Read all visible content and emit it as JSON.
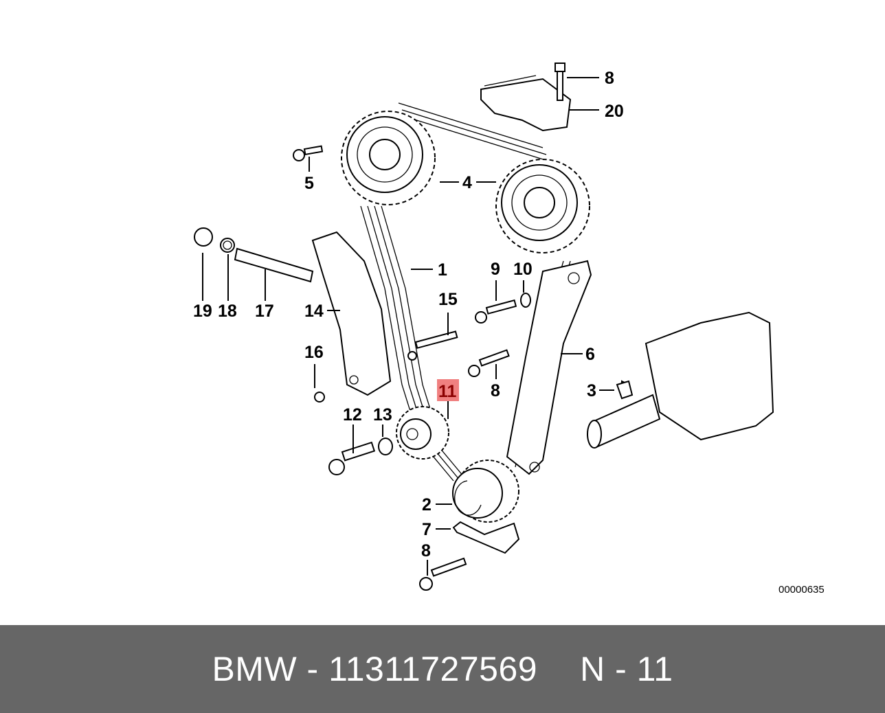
{
  "diagram": {
    "image_id": "00000635",
    "highlighted_callout": "11",
    "highlight_color": "#f08080",
    "callouts": [
      {
        "id": "c1",
        "label": "1"
      },
      {
        "id": "c2",
        "label": "2"
      },
      {
        "id": "c3",
        "label": "3"
      },
      {
        "id": "c4",
        "label": "4"
      },
      {
        "id": "c5",
        "label": "5"
      },
      {
        "id": "c6",
        "label": "6"
      },
      {
        "id": "c7",
        "label": "7"
      },
      {
        "id": "c8a",
        "label": "8"
      },
      {
        "id": "c8b",
        "label": "8"
      },
      {
        "id": "c8c",
        "label": "8"
      },
      {
        "id": "c9",
        "label": "9"
      },
      {
        "id": "c10",
        "label": "10"
      },
      {
        "id": "c11",
        "label": "11"
      },
      {
        "id": "c12",
        "label": "12"
      },
      {
        "id": "c13",
        "label": "13"
      },
      {
        "id": "c14",
        "label": "14"
      },
      {
        "id": "c15",
        "label": "15"
      },
      {
        "id": "c16",
        "label": "16"
      },
      {
        "id": "c17",
        "label": "17"
      },
      {
        "id": "c18",
        "label": "18"
      },
      {
        "id": "c19",
        "label": "19"
      },
      {
        "id": "c20",
        "label": "20"
      }
    ]
  },
  "footer": {
    "brand": "BMW",
    "separator": "-",
    "part_number": "11311727569",
    "position_prefix": "N",
    "position_number": "11",
    "background": "#666666"
  }
}
